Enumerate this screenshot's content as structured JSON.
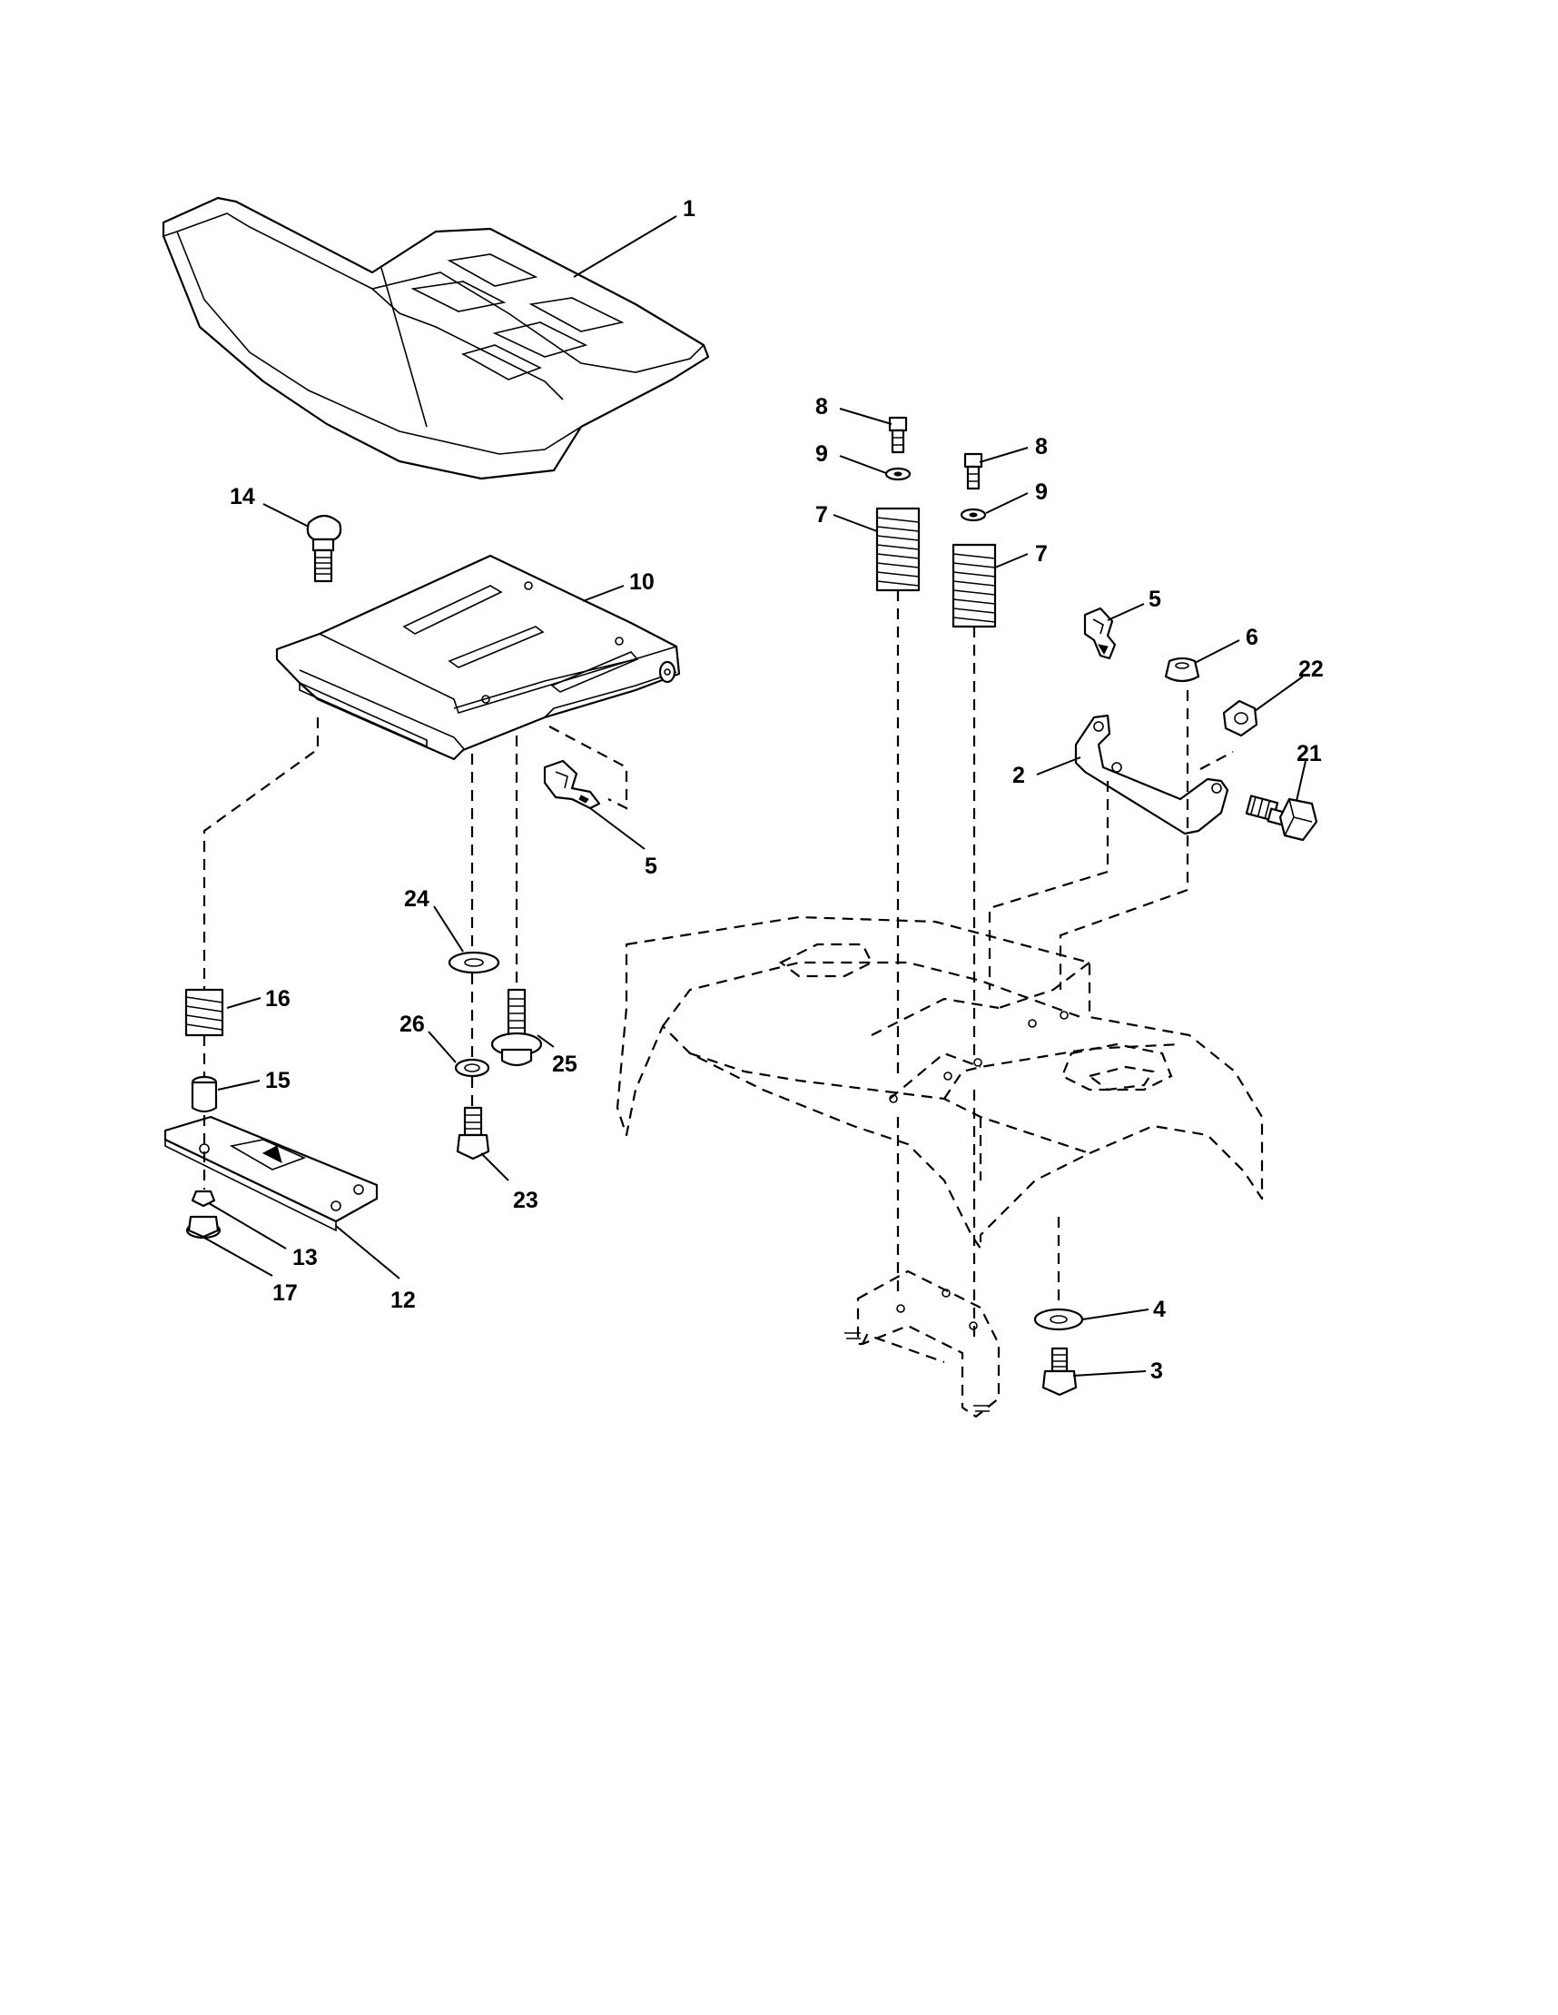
{
  "callouts": {
    "seat": "1",
    "bracket": "2",
    "frame_bolt": "3",
    "frame_washer": "4",
    "clip_right": "5",
    "clip_left": "5",
    "locknut": "6",
    "spring_left": "7",
    "spring_right": "7",
    "bolt_left": "8",
    "bolt_right": "8",
    "washer_left": "9",
    "washer_right": "9",
    "seat_pan": "10",
    "slide_plate": "12",
    "nut_13": "13",
    "carriage_bolt": "14",
    "spacer": "15",
    "spring_16": "16",
    "nut_17": "17",
    "shoulder_bolt": "21",
    "nut_22": "22",
    "bolt_23": "23",
    "washer_24": "24",
    "bolt_25": "25",
    "washer_26": "26"
  }
}
